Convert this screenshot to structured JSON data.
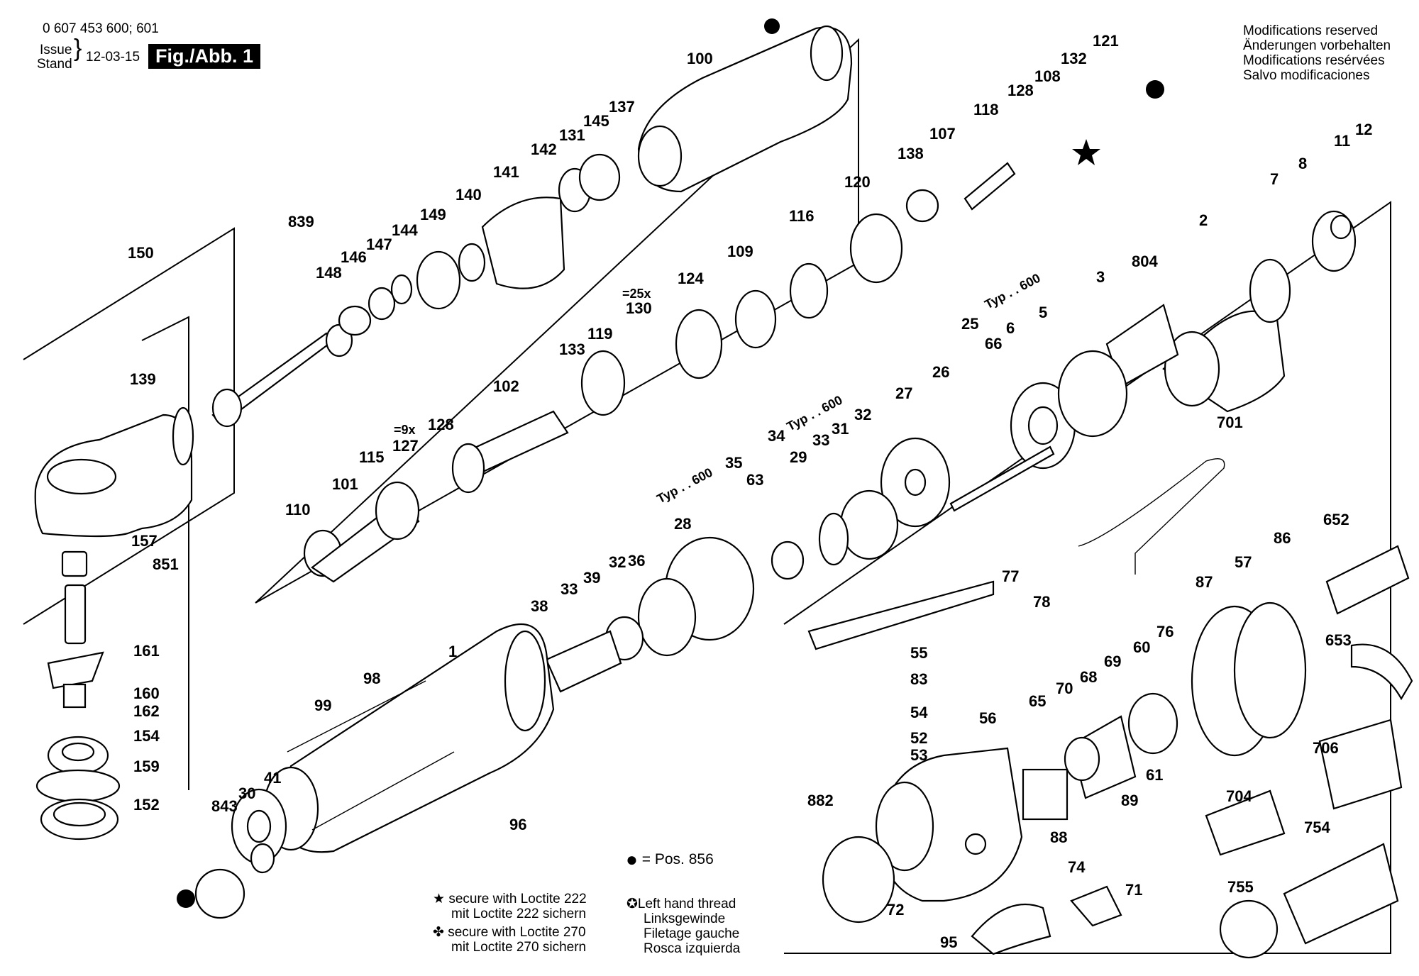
{
  "header": {
    "part_number": "0 607 453 600; 601",
    "issue_label": "Issue",
    "stand_label": "Stand",
    "date": "12-03-15",
    "figure_label": "Fig./Abb. 1"
  },
  "modifications": [
    "Modifications reserved",
    "Änderungen vorbehalten",
    "Modifications resérvées",
    "Salvo modificaciones"
  ],
  "legend": {
    "pos_note": "= Pos. 856",
    "loctite222": [
      "secure with Loctite 222",
      "mit Loctite 222 sichern"
    ],
    "loctite270": [
      "secure with Loctite 270",
      "mit Loctite 270 sichern"
    ],
    "left_thread": [
      "Left hand thread",
      "Linksgewinde",
      "Filetage gauche",
      "Rosca izquierda"
    ]
  },
  "annotations": {
    "typ600": "Typ . . 600",
    "qty25": "=25x",
    "qty9": "=9x"
  },
  "part_labels": [
    "100",
    "137",
    "145",
    "131",
    "142",
    "141",
    "140",
    "149",
    "144",
    "147",
    "146",
    "148",
    "839",
    "150",
    "139",
    "157",
    "851",
    "161",
    "160",
    "162",
    "154",
    "159",
    "152",
    "843",
    "30",
    "41",
    "99",
    "98",
    "1",
    "96",
    "110",
    "101",
    "115",
    "127",
    "128",
    "102",
    "133",
    "119",
    "130",
    "124",
    "109",
    "116",
    "120",
    "138",
    "107",
    "118",
    "128",
    "108",
    "132",
    "121",
    "12",
    "11",
    "8",
    "7",
    "2",
    "804",
    "3",
    "25",
    "66",
    "6",
    "5",
    "27",
    "26",
    "32",
    "31",
    "33",
    "29",
    "34",
    "63",
    "35",
    "28",
    "36",
    "32",
    "39",
    "33",
    "38",
    "701",
    "652",
    "86",
    "57",
    "87",
    "653",
    "77",
    "78",
    "55",
    "83",
    "54",
    "52",
    "53",
    "56",
    "65",
    "70",
    "68",
    "69",
    "60",
    "76",
    "61",
    "89",
    "88",
    "74",
    "71",
    "72",
    "95",
    "882",
    "706",
    "704",
    "754",
    "755"
  ]
}
